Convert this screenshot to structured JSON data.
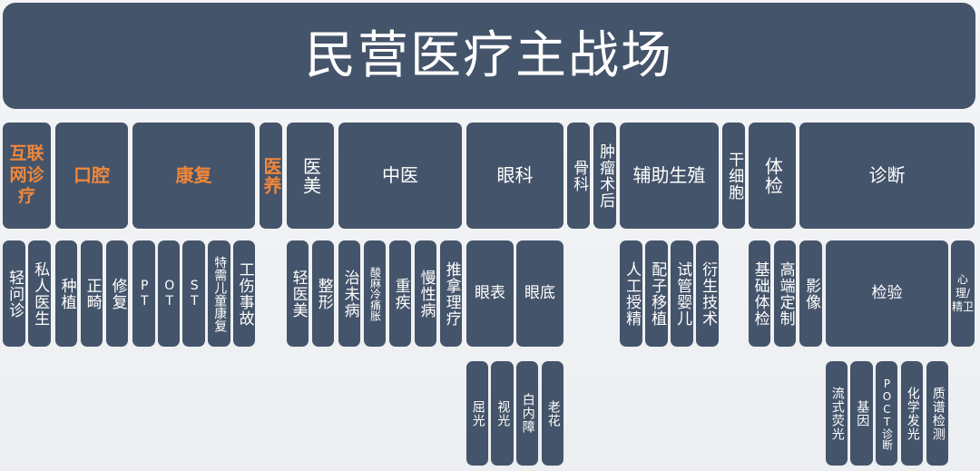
{
  "title": "民营医疗主战场",
  "colors": {
    "box": "#44546a",
    "text": "#ffffff",
    "accent": "#f0873a",
    "background": "#eff1f4"
  },
  "row1": {
    "internet": "互联网诊疗",
    "oral": "口腔",
    "rehab": "康复",
    "elderly": "医养",
    "aesthetic": "医美",
    "tcm": "中医",
    "ophthalmology": "眼科",
    "orthopedics": "骨科",
    "post_tumor": "肿瘤术后",
    "reproduction": "辅助生殖",
    "stem_cell": "干细胞",
    "checkup": "体检",
    "diagnosis": "诊断"
  },
  "row2": {
    "light_consult": "轻问诊",
    "private_doctor": "私人医生",
    "implant": "种植",
    "orthodontics": "正畸",
    "repair": "修复",
    "pt": "PT",
    "ot": "OT",
    "st": "ST",
    "special_child": "特需儿童康复",
    "injury": "工伤事故",
    "light_aesthetic": "轻医美",
    "plastic": "整形",
    "preventive": "治未病",
    "pain": "酸麻冷痛胀",
    "serious": "重疾",
    "chronic": "慢性病",
    "massage": "推拿理疗",
    "eye_surface": "眼表",
    "fundus": "眼底",
    "ai": "人工授精",
    "matching": "配子移植",
    "ivf": "试管婴儿",
    "derived": "衍生技术",
    "basic_checkup": "基础体检",
    "premium_checkup": "高端定制",
    "imaging": "影像",
    "lab_test": "检验",
    "psych": "心理/精卫"
  },
  "row3": {
    "refraction": "屈光",
    "vision": "视光",
    "cataract": "白内障",
    "presbyopia": "老花",
    "flow": "流式荧光",
    "gene": "基因",
    "poct": "POCT诊断",
    "chemi": "化学发光",
    "mass_spec": "质谱检测"
  }
}
